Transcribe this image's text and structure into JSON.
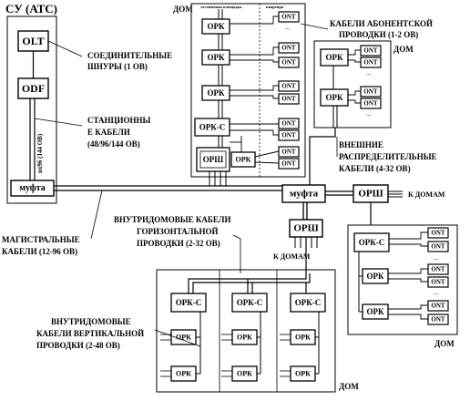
{
  "diagram": {
    "containers": {
      "station": "СУ (АТС)",
      "house_top": "ДОМ",
      "house_mid": "ДОМ",
      "house_right": "ДОМ",
      "house_bottom": "ДОМ"
    },
    "header_labels": {
      "floor_box": "лестничная площадка",
      "apartment": "квартира"
    },
    "devices": {
      "olt": "OLT",
      "odf": "ODF",
      "mufta": "муфта",
      "ork": "ОРК",
      "ork_s": "ОРК-С",
      "orsh": "ОРШ",
      "ont": "ONT"
    },
    "labels": {
      "patch_cords": [
        "СОЕДИНИТЕЛЬНЫЕ",
        "ШНУРЫ (1 ОВ)"
      ],
      "station_cables": [
        "СТАНЦИОННЫ",
        "Е КАБЕЛИ",
        "(48/96/144 ОВ)"
      ],
      "vertical_station": "nх96 (144 ОВ)",
      "subscriber_cables": [
        "КАБЕЛИ АБОНЕНТСКОЙ",
        "ПРОВОДКИ (1-2 ОВ)"
      ],
      "external_distribution": [
        "ВНЕШНИЕ",
        "РАСПРЕДЕЛИТЕЛЬНЫЕ",
        "КАБЕЛИ (4-32 ОВ)"
      ],
      "to_houses_right": "К ДОМАМ",
      "to_houses_bottom": "К ДОМАМ",
      "trunk_cables": [
        "МАГИСТРАЛЬНЫЕ",
        "КАБЕЛИ (12-96 ОВ)"
      ],
      "horizontal_cables": [
        "ВНУТРИДОМОВЫЕ КАБЕЛИ",
        "ГОРИЗОНТАЛЬНОЙ",
        "ПРОВОДКИ (2-32 ОВ)"
      ],
      "vertical_cables": [
        "ВНУТРИДОМОВЫЕ",
        "КАБЕЛИ ВЕРТИКАЛЬНОЙ",
        "ПРОВОДКИ (2-48 ОВ)"
      ]
    }
  }
}
